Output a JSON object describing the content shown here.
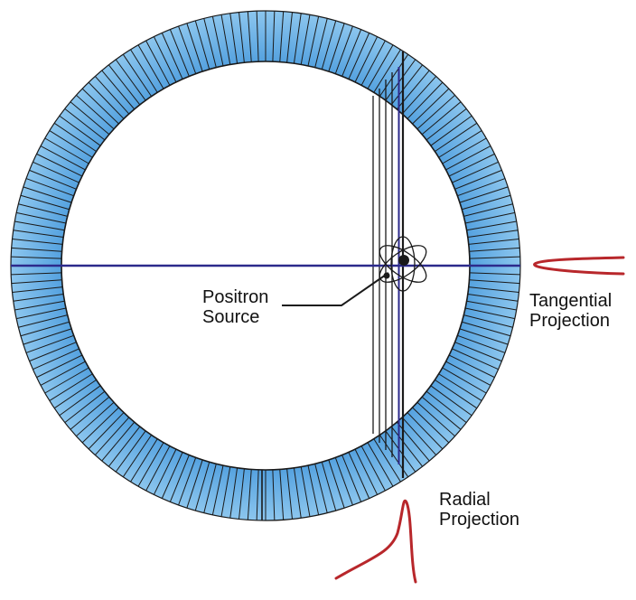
{
  "labels": {
    "source_line1": "Positron",
    "source_line2": "Source",
    "tangential_line1": "Tangential",
    "tangential_line2": "Projection",
    "radial_line1": "Radial",
    "radial_line2": "Projection"
  },
  "colors": {
    "detector_fill_outer": "#8cc6ee",
    "detector_fill_inner": "#4f9ede",
    "lines": "#1a1a1a",
    "lor_horizontal": "#2c2a8c",
    "lor_vertical": "#2c2a8c",
    "projection_curve": "#b8272b",
    "background": "#ffffff"
  },
  "detector": {
    "element_count": 180
  }
}
